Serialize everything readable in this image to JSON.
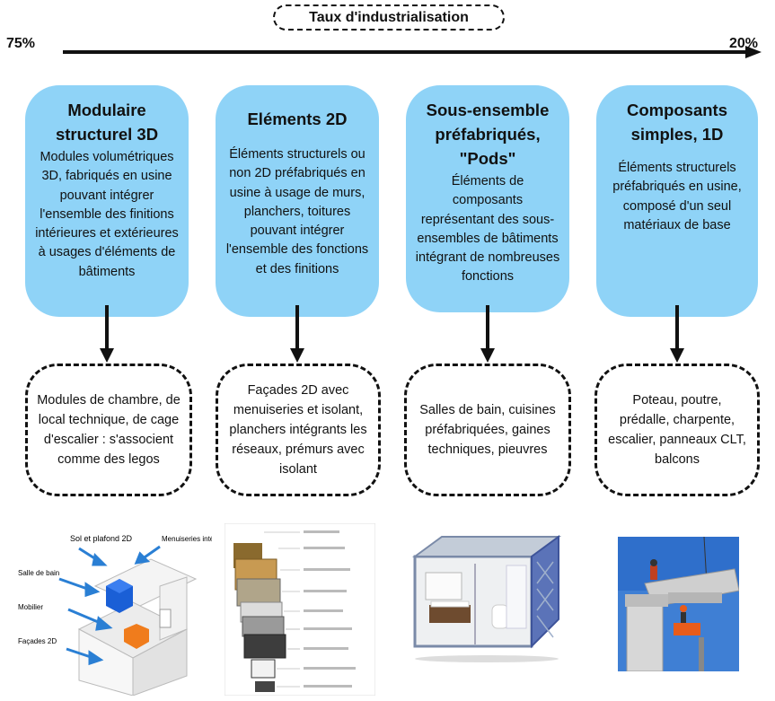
{
  "header": {
    "title": "Taux d'industrialisation",
    "left_value": "75%",
    "right_value": "20%"
  },
  "columns": [
    {
      "title": "Modulaire structurel 3D",
      "description": "Modules volumétriques 3D, fabriqués en usine pouvant intégrer l'ensemble des finitions intérieures et extérieures à usages d'éléments de bâtiments",
      "examples": "Modules de chambre, de local technique, de cage d'escalier : s'associent comme des legos"
    },
    {
      "title": "Eléments 2D",
      "description": "Éléments structurels ou non 2D préfabriqués en usine à usage de murs, planchers, toitures pouvant intégrer l'ensemble des fonctions et des finitions",
      "examples": "Façades 2D avec menuiseries et isolant, planchers intégrants les réseaux, prémurs avec isolant"
    },
    {
      "title": "Sous-ensemble préfabriqués, \"Pods\"",
      "description": "Éléments de composants représentant des sous-ensembles de bâtiments intégrant de nombreuses fonctions",
      "examples": "Salles de bain, cuisines préfabriquées, gaines techniques, pieuvres"
    },
    {
      "title": "Composants simples, 1D",
      "description": "Éléments structurels préfabriqués en usine, composé d'un seul matériaux de base",
      "examples": "Poteau, poutre, prédalle, charpente, escalier, panneaux CLT, balcons"
    }
  ],
  "illustration_labels": {
    "sol": "Sol et plafond 2D",
    "menuiseries": "Menuiseries intégrées aux façades",
    "salle": "Salle de bain",
    "mobilier": "Mobilier",
    "facades": "Façades 2D"
  },
  "colors": {
    "box_fill": "#8fd3f7",
    "module_blue": "#1a5fd6",
    "module_orange": "#f07c1c"
  }
}
